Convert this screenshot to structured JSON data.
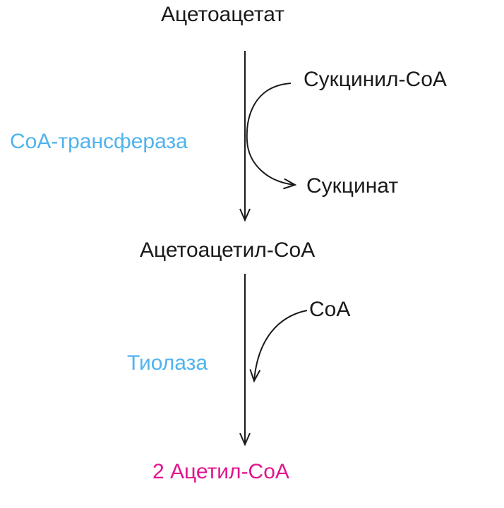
{
  "pathway": {
    "substrate": "Ацетоацетат",
    "intermediate": "Ацетоацетил-CoA",
    "product": "2 Ацетил-CoA"
  },
  "step1": {
    "enzyme": "CoA-трансфераза",
    "cosubstrate_in": "Сукцинил-CoA",
    "coproduct_out": "Сукцинат"
  },
  "step2": {
    "enzyme": "Тиолаза",
    "cosubstrate_in": "CoA"
  },
  "colors": {
    "metabolite": "#1a1a1a",
    "enzyme": "#4fb3ee",
    "product": "#e0158f"
  }
}
